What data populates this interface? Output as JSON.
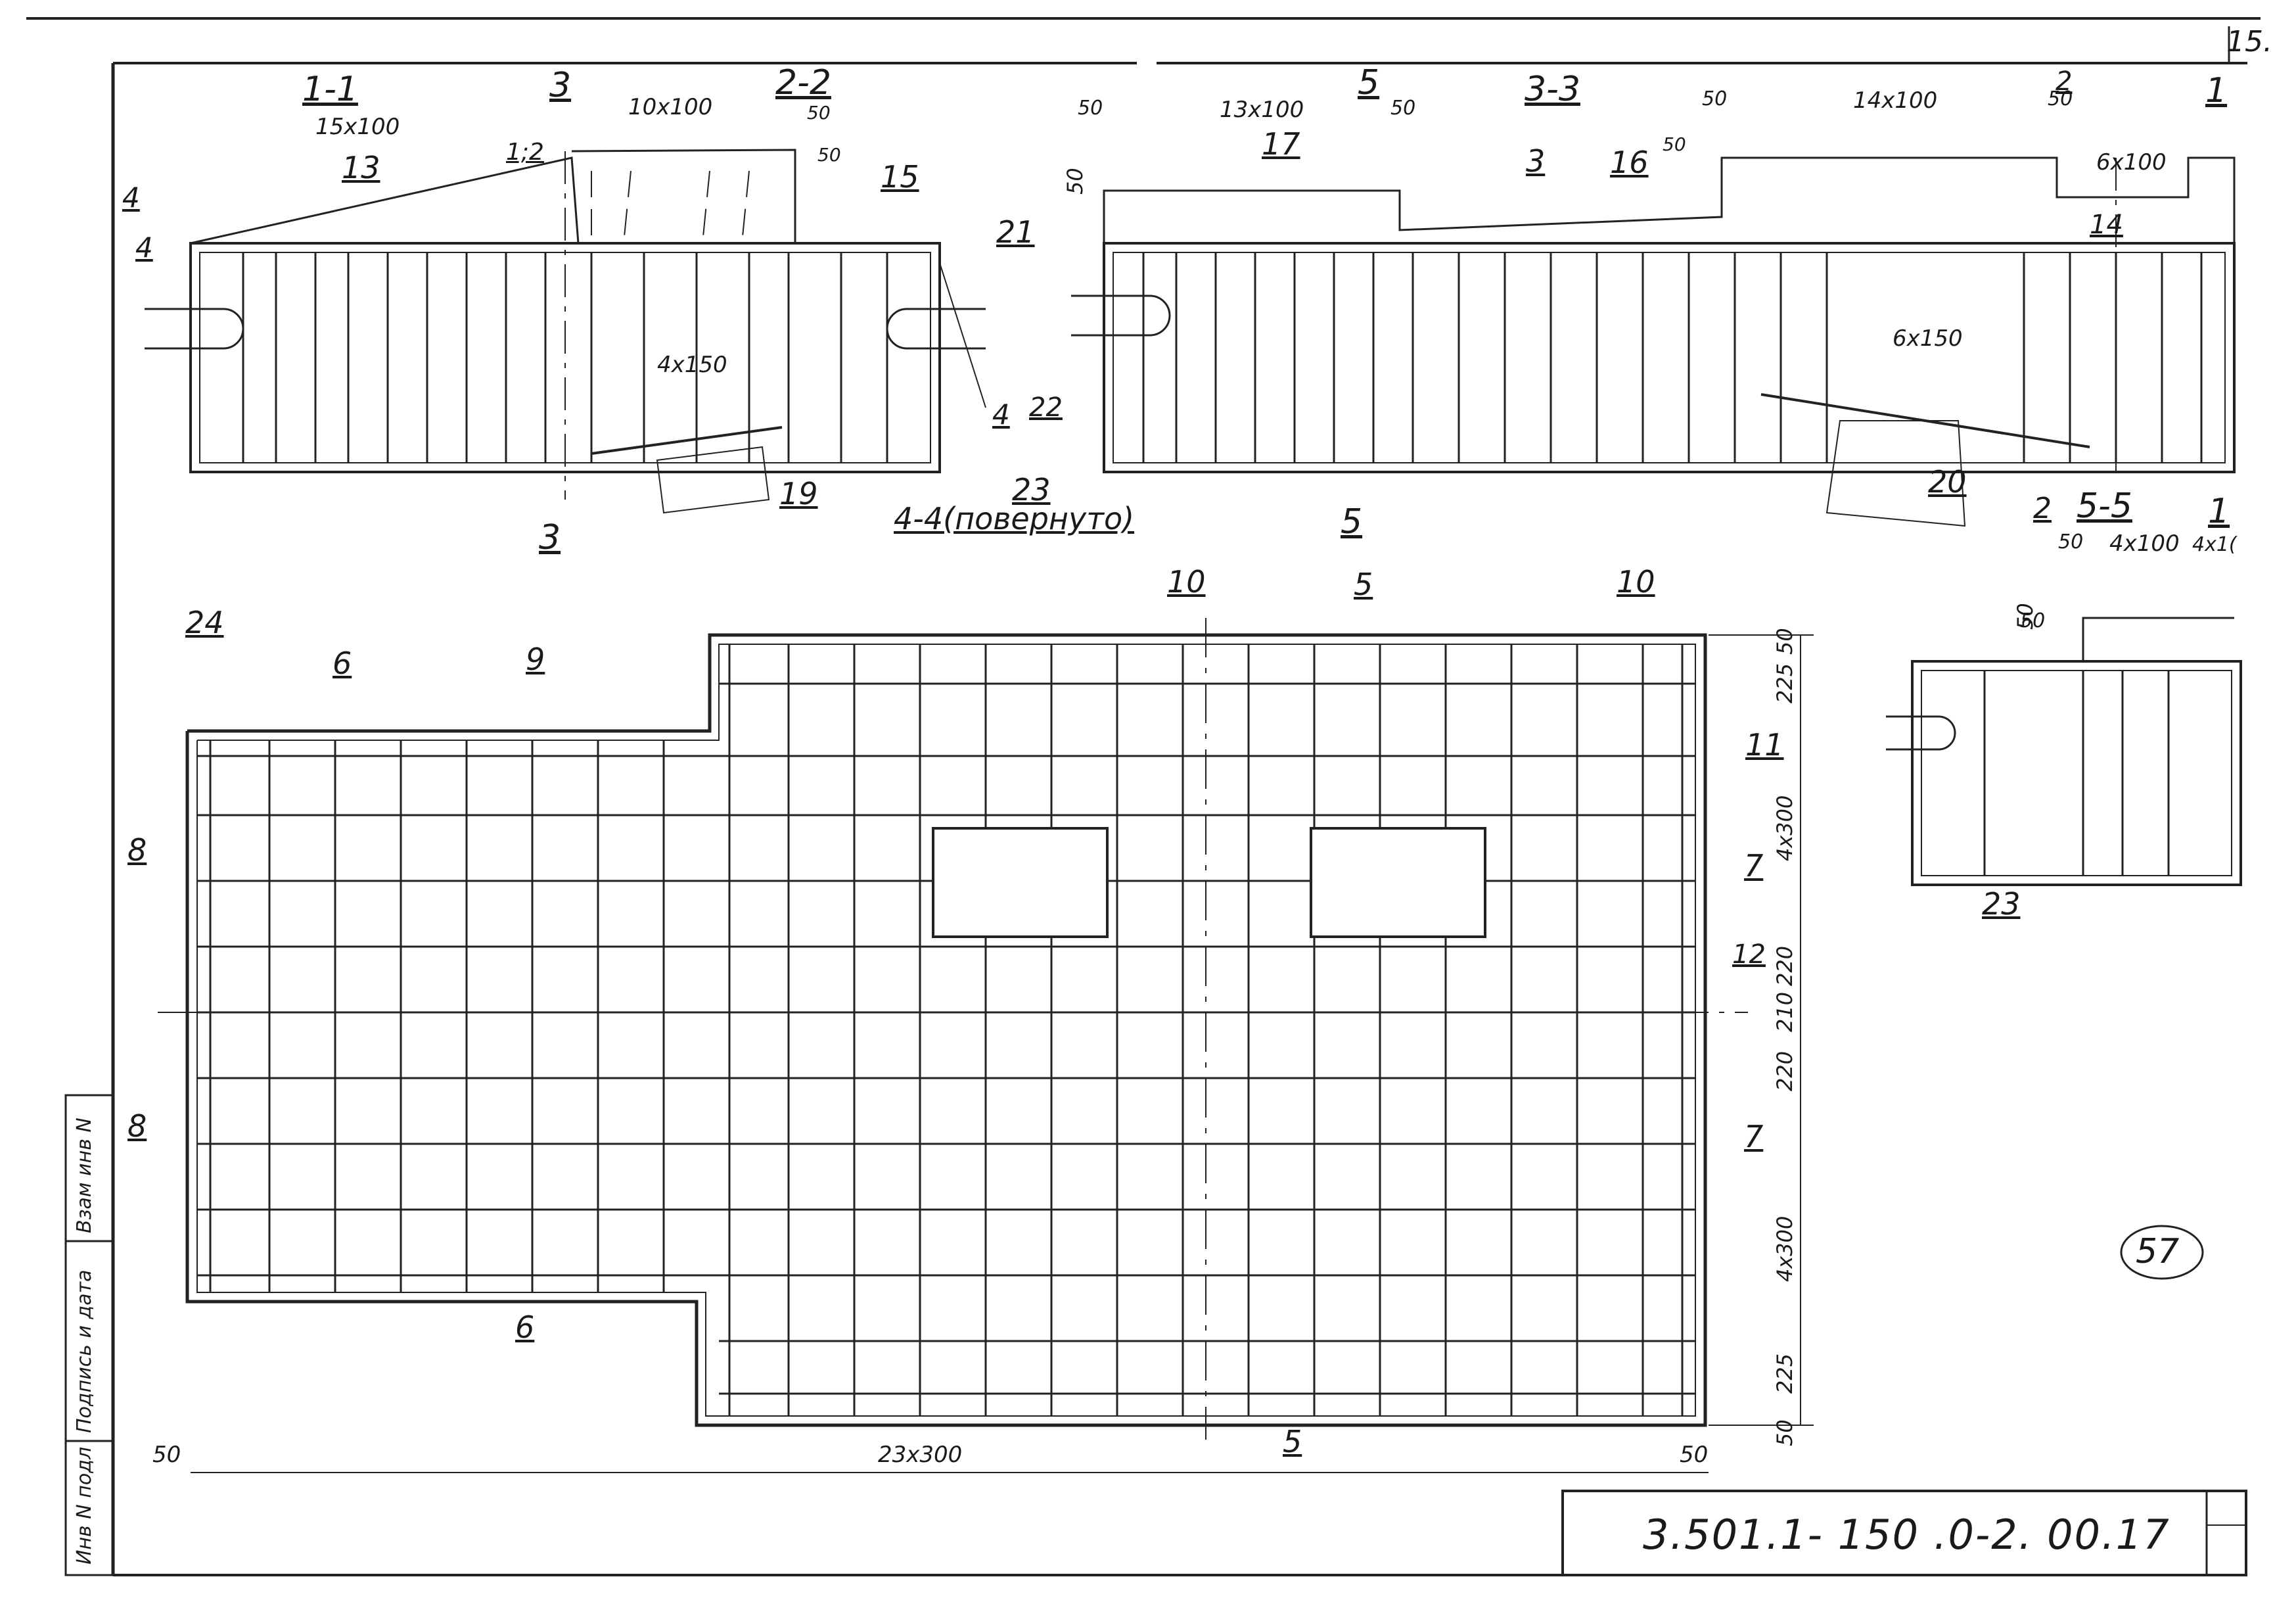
{
  "sheet": {
    "corner_number": "15.",
    "stamp_number": "57",
    "drawing_code": "3.501.1- 150   .0-2. 00.17",
    "side_stamp": [
      "Инв N подл",
      "Подпись и дата",
      "Взам инв N"
    ]
  },
  "sections": {
    "s11": "1-1",
    "s22": "2-2",
    "s33": "3-3",
    "s44": "4-4(повернуто)",
    "s55": "5-5",
    "cut3_top": "3",
    "cut3_bottom": "3",
    "cut4_left": "4",
    "cut4_left2": "4",
    "cut4_right": "4",
    "cut5_top": "5",
    "cut5_bottom": "5",
    "cut2_top": "2",
    "cut2_bottom": "2",
    "cut1_top": "1",
    "cut1_bottom": "1"
  },
  "positions": [
    "13",
    "15",
    "21",
    "22",
    "19",
    "17",
    "3",
    "16",
    "14",
    "23",
    "20",
    "10",
    "5",
    "10",
    "24",
    "6",
    "9",
    "8",
    "11",
    "7",
    "12",
    "7",
    "8",
    "6",
    "5",
    "23",
    "1;2"
  ],
  "dimensions": {
    "d15x100": "15x100",
    "d10x100": "10x100",
    "d50a": "50",
    "d50b": "50",
    "d4x150": "4x150",
    "d50c": "50",
    "d13x100": "13x100",
    "d50d": "50",
    "d50e": "50",
    "d14x100": "14x100",
    "d50f": "50",
    "d50g": "50",
    "d6x100": "6x100",
    "d6x150": "6x150",
    "d50h": "50",
    "d4x100": "4x100",
    "d4x1": "4x1(",
    "d50i": "50",
    "d23x300": "23x300",
    "d50bl": "50",
    "d50br": "50",
    "v50t": "50",
    "v225t": "225",
    "v4x300t": "4x300",
    "v220a": "220",
    "v210": "210",
    "v220b": "220",
    "v4x300b": "4x300",
    "v225b": "225",
    "v50b": "50",
    "v50s": "50",
    "v50l": "50"
  }
}
